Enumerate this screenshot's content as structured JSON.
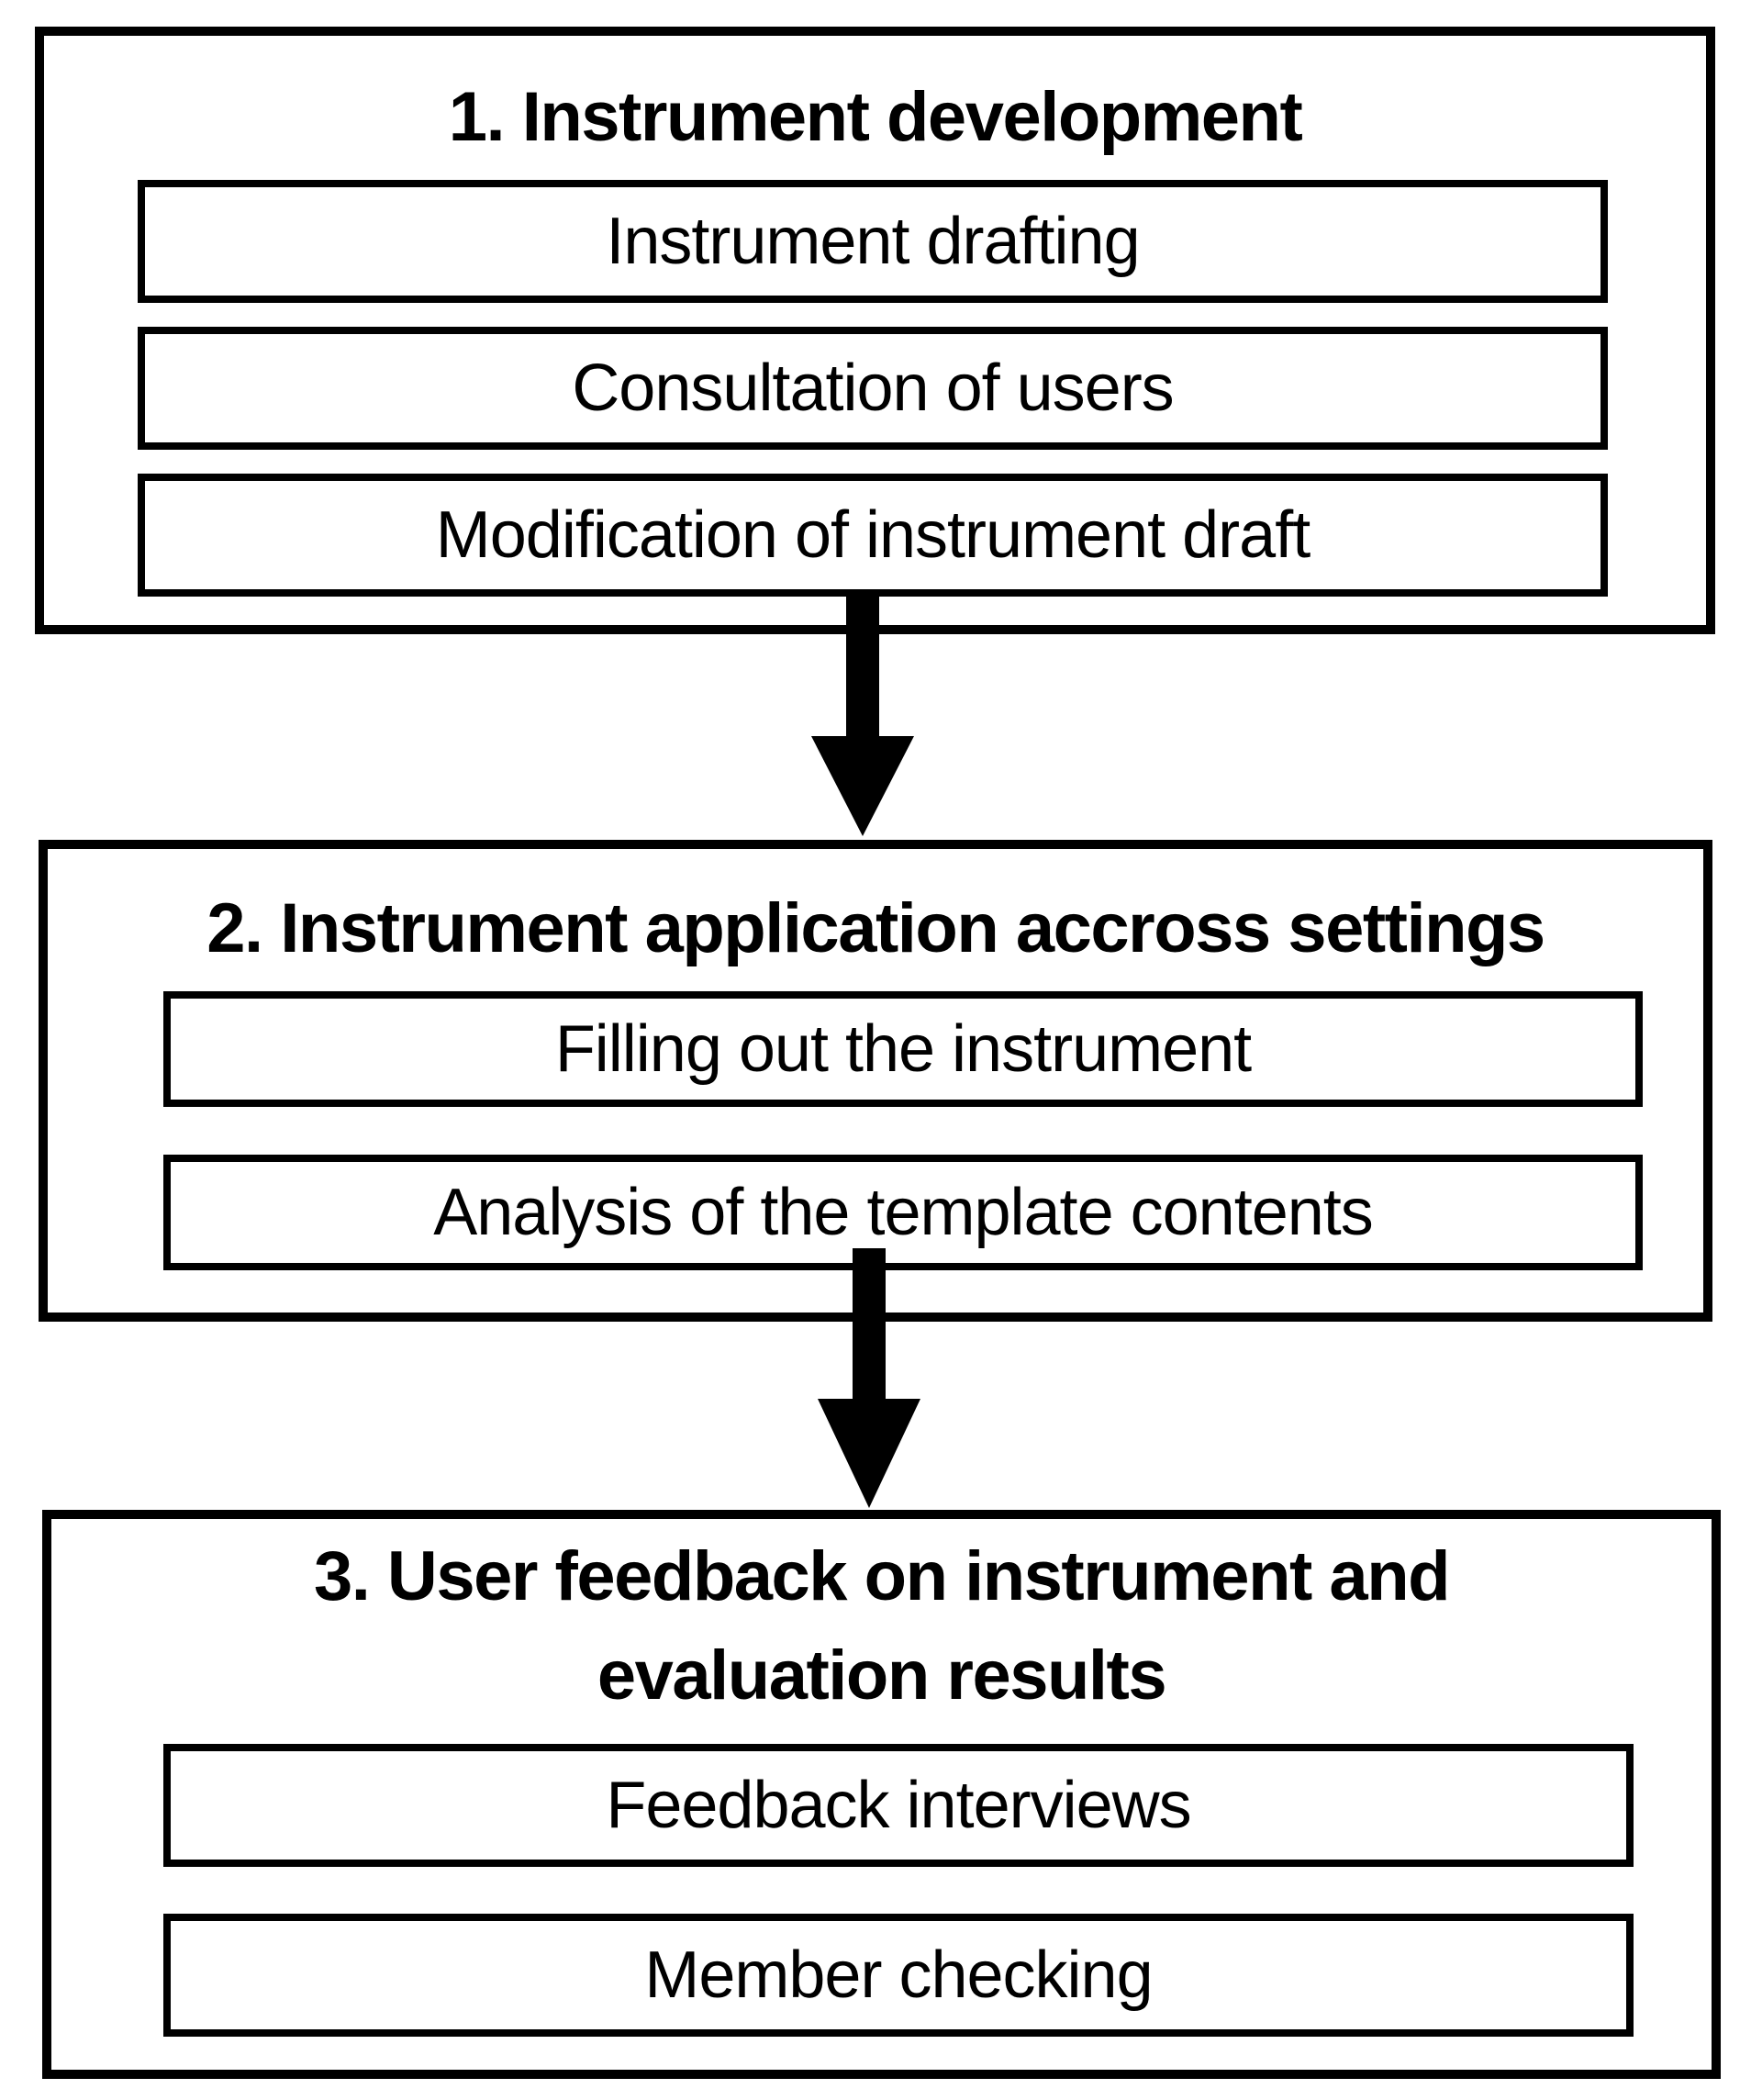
{
  "figure": {
    "background_color": "#ffffff",
    "line_color": "#000000",
    "sections": [
      {
        "title": "1. Instrument development",
        "steps": [
          "Instrument drafting",
          "Consultation of users",
          "Modification of instrument draft"
        ]
      },
      {
        "title": "2. Instrument application accross settings",
        "steps": [
          "Filling out the instrument",
          "Analysis of the template contents"
        ]
      },
      {
        "title": "3. User feedback on instrument and evaluation results",
        "steps": [
          "Feedback interviews",
          "Member checking"
        ]
      }
    ],
    "arrows": [
      {
        "name": "arrow-stage1-to-stage2",
        "direction": "down"
      },
      {
        "name": "arrow-stage2-to-stage3",
        "direction": "down"
      }
    ]
  }
}
